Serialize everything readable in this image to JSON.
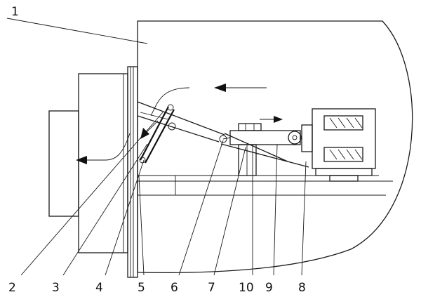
{
  "figure": {
    "labels": {
      "top": "1",
      "bottom": [
        "2",
        "3",
        "4",
        "5",
        "6",
        "7",
        "10",
        "9",
        "8"
      ]
    }
  }
}
